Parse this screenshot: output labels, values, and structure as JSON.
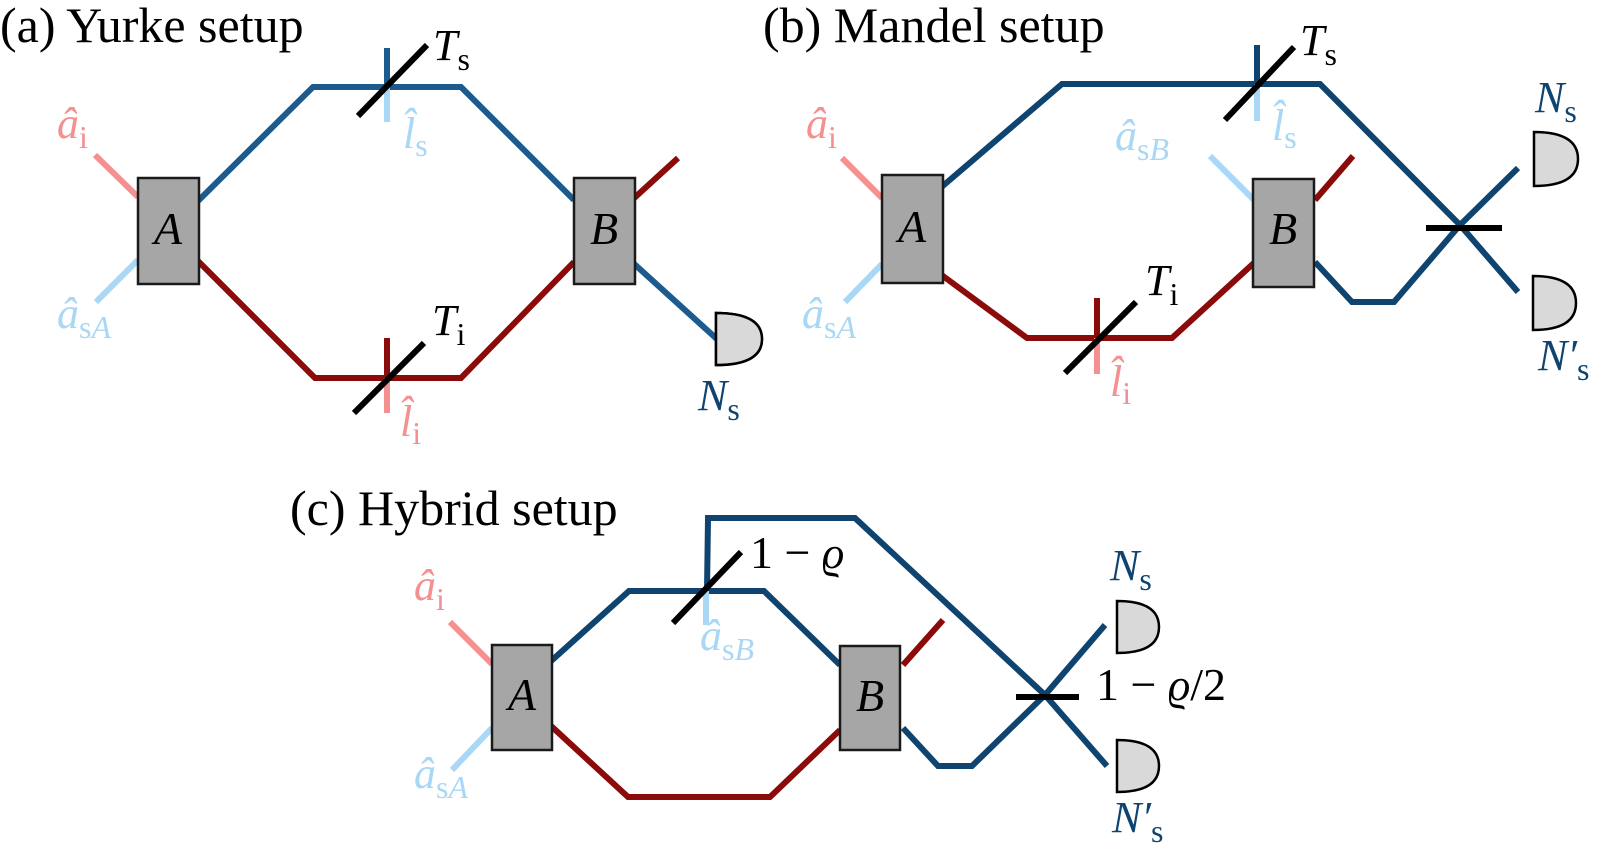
{
  "colors": {
    "signal_a": "#1d5a8e",
    "signal": "#0f4470",
    "idler": "#8b0a0a",
    "input_idler": "#f59090",
    "input_signal": "#a8d8f5",
    "loss_signal": "#a8d8f5",
    "loss_idler": "#f59090",
    "box_fill": "#a6a6a6",
    "detector_fill": "#d9d9d9",
    "beamsplitter": "#000000"
  },
  "panels": {
    "a": {
      "title": "(a) Yurke setup",
      "box_A": "A",
      "box_B": "B",
      "input_idler": {
        "base": "â",
        "sub": "i"
      },
      "input_signal": {
        "base": "â",
        "sub": "s",
        "sub_italic": "A"
      },
      "loss_signal": {
        "base": "l̂",
        "sub": "s"
      },
      "loss_idler": {
        "base": "l̂",
        "sub": "i"
      },
      "transmission_signal": {
        "base": "T",
        "sub": "s"
      },
      "transmission_idler": {
        "base": "T",
        "sub": "i"
      },
      "detector": {
        "base": "N",
        "sub": "s"
      }
    },
    "b": {
      "title": "(b) Mandel setup",
      "box_A": "A",
      "box_B": "B",
      "input_idler": {
        "base": "â",
        "sub": "i"
      },
      "input_signal": {
        "base": "â",
        "sub": "s",
        "sub_italic": "A"
      },
      "input_signal_B": {
        "base": "â",
        "sub": "s",
        "sub_italic": "B"
      },
      "loss_signal": {
        "base": "l̂",
        "sub": "s"
      },
      "loss_idler": {
        "base": "l̂",
        "sub": "i"
      },
      "transmission_signal": {
        "base": "T",
        "sub": "s"
      },
      "transmission_idler": {
        "base": "T",
        "sub": "i"
      },
      "detector_1": {
        "base": "N",
        "sub": "s"
      },
      "detector_2": {
        "base": "N′",
        "sub": "s"
      }
    },
    "c": {
      "title": "(c) Hybrid setup",
      "box_A": "A",
      "box_B": "B",
      "input_idler": {
        "base": "â",
        "sub": "i"
      },
      "input_signal": {
        "base": "â",
        "sub": "s",
        "sub_italic": "A"
      },
      "input_signal_B": {
        "base": "â",
        "sub": "s",
        "sub_italic": "B"
      },
      "splitter_1": {
        "prefix": "1 − ",
        "var": "ϱ",
        "suffix": ""
      },
      "splitter_2": {
        "prefix": "1 − ",
        "var": "ϱ",
        "suffix": "/2"
      },
      "detector_1": {
        "base": "N",
        "sub": "s"
      },
      "detector_2": {
        "base": "N′",
        "sub": "s"
      }
    }
  }
}
